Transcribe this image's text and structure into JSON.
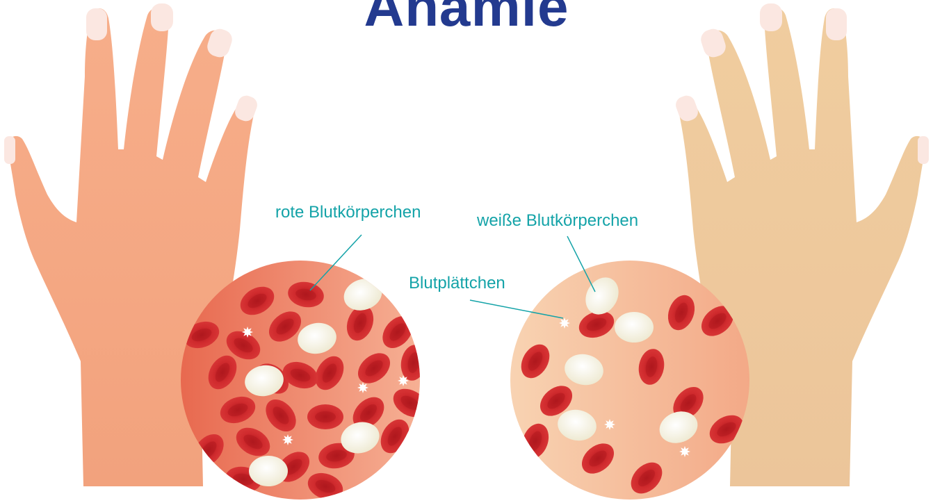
{
  "title": "Anämie",
  "labels": {
    "red_cells": "rote Blutkörperchen",
    "white_cells": "weiße Blutkörperchen",
    "platelets": "Blutplättchen"
  },
  "colors": {
    "title": "#233a8f",
    "callout": "#14a3a8",
    "healthy_skin": "#f4a582",
    "pale_skin": "#efc99c",
    "red_cell": "#d62b2b",
    "white_cell": "#f6f3e2",
    "platelet": "#ffffff"
  }
}
